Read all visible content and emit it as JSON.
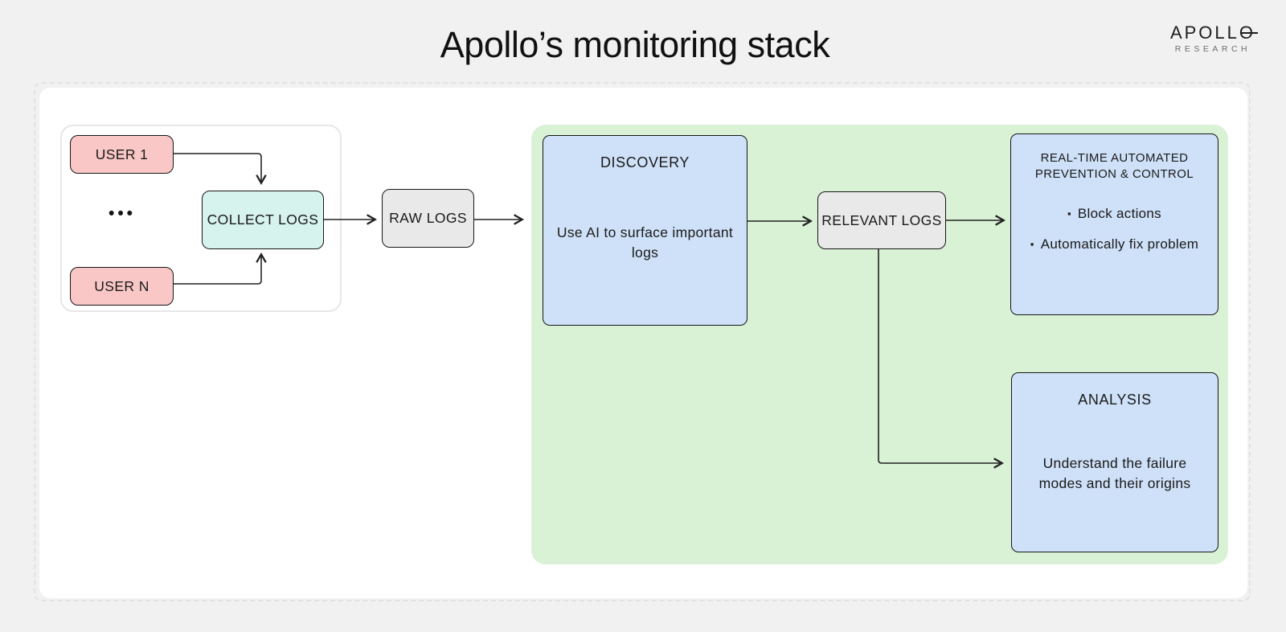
{
  "title": "Apollo’s monitoring stack",
  "logo": {
    "brand_prefix": "APOLL",
    "brand_last_letter": "O",
    "brand_sub": "RESEARCH"
  },
  "pipeline": {
    "user_1": "USER 1",
    "ellipsis": "•••",
    "user_n": "USER N",
    "collect_logs": "COLLECT LOGS",
    "raw_logs": "RAW LOGS",
    "discovery": {
      "title": "DISCOVERY",
      "body": "Use AI to surface important logs"
    },
    "relevant_logs": "RELEVANT LOGS",
    "prevention": {
      "title": "REAL-TIME AUTOMATED PREVENTION & CONTROL",
      "bullet_char": "▪",
      "bullets": [
        "Block actions",
        "Automatically fix problem"
      ]
    },
    "analysis": {
      "title": "ANALYSIS",
      "body": "Understand the failure modes and their origins"
    }
  },
  "colors": {
    "background": "#f1f1f2",
    "card": "#ffffff",
    "user_node": "#f9c8c6",
    "collect_node": "#d7f3ee",
    "logs_node": "#e9e9e9",
    "blue_node": "#cfe1f8",
    "green_panel": "#d9f2d5",
    "connector": "#222222"
  }
}
